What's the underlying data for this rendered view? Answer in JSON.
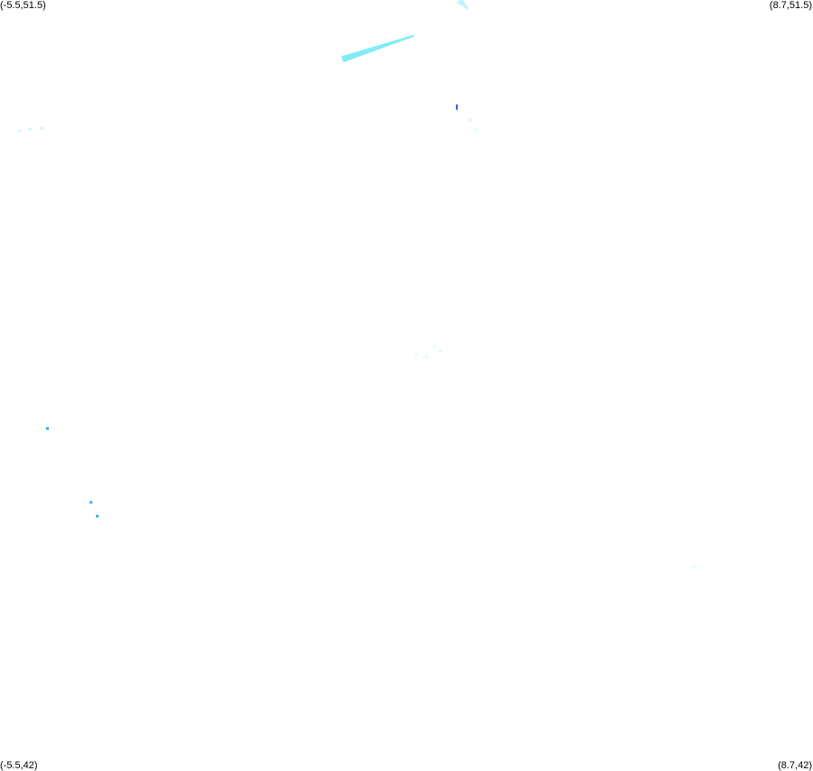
{
  "map": {
    "corners": {
      "top_left": "(-5.5,51.5)",
      "top_right": "(8.7,51.5)",
      "bottom_left": "(-5.5,42)",
      "bottom_right": "(8.7,42)"
    },
    "extent": {
      "lon_min": -5.5,
      "lon_max": 8.7,
      "lat_min": 42,
      "lat_max": 51.5
    },
    "colors": {
      "background": "#ffffff",
      "light_cyan": "#bff6fb",
      "cyan": "#7fecf6",
      "sky_blue": "#29b6f6",
      "blue": "#2f4fd8",
      "pale_cyan": "#d9fbfd"
    },
    "features": [
      {
        "type": "streak",
        "lon1": 0.48,
        "lat1": 50.77,
        "lon2": 1.73,
        "lat2": 51.06,
        "color": "cyan"
      },
      {
        "type": "streak",
        "lon1": 2.52,
        "lat1": 51.5,
        "lon2": 2.67,
        "lat2": 51.39,
        "color": "light_cyan"
      },
      {
        "type": "dot",
        "lon": 2.48,
        "lat": 50.18,
        "color": "blue",
        "tall": true
      },
      {
        "type": "dot",
        "lon": 2.71,
        "lat": 50.02,
        "color": "pale_cyan"
      },
      {
        "type": "dot",
        "lon": 2.82,
        "lat": 49.9,
        "color": "pale_cyan"
      },
      {
        "type": "dot",
        "lon": -5.16,
        "lat": 49.89,
        "color": "pale_cyan"
      },
      {
        "type": "dot",
        "lon": -4.98,
        "lat": 49.91,
        "color": "light_cyan"
      },
      {
        "type": "dot",
        "lon": -4.77,
        "lat": 49.92,
        "color": "light_cyan"
      },
      {
        "type": "dot",
        "lon": 1.77,
        "lat": 47.13,
        "color": "pale_cyan"
      },
      {
        "type": "dot",
        "lon": 1.95,
        "lat": 47.1,
        "color": "pale_cyan"
      },
      {
        "type": "dot",
        "lon": 2.09,
        "lat": 47.23,
        "color": "pale_cyan"
      },
      {
        "type": "dot",
        "lon": 2.19,
        "lat": 47.17,
        "color": "pale_cyan"
      },
      {
        "type": "dot",
        "lon": -4.67,
        "lat": 46.22,
        "color": "sky_blue"
      },
      {
        "type": "dot",
        "lon": -3.91,
        "lat": 45.31,
        "color": "sky_blue"
      },
      {
        "type": "dot",
        "lon": -3.8,
        "lat": 45.14,
        "color": "sky_blue"
      },
      {
        "type": "dot",
        "lon": 6.63,
        "lat": 44.52,
        "color": "pale_cyan"
      }
    ]
  }
}
